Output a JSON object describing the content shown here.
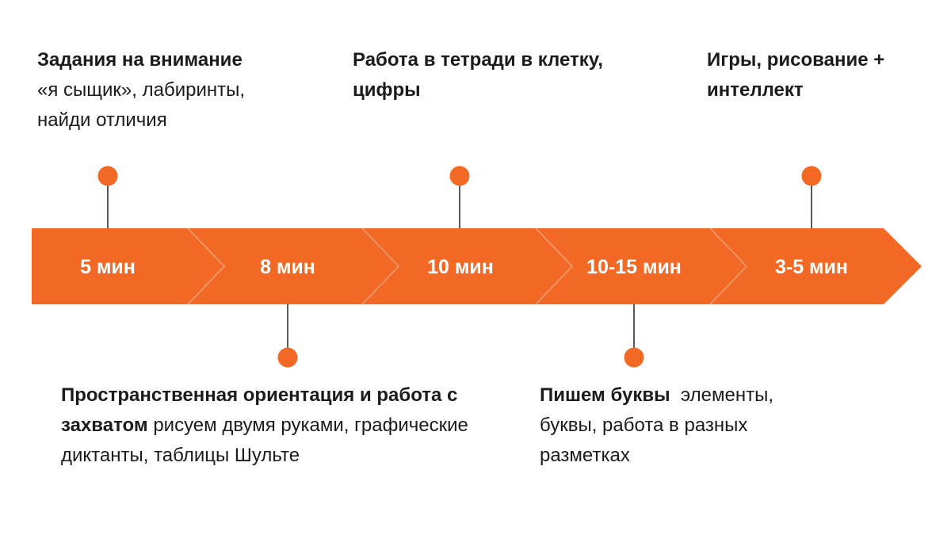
{
  "timeline": {
    "colors": {
      "arrow": "#f26825",
      "chevron_line": "#f6a07a",
      "marker": "#f26825",
      "connector": "#222222",
      "text": "#1b1b1b"
    },
    "segments": [
      {
        "duration": "5 мин",
        "position": "top",
        "title": "Задания на внимание",
        "detail": "«я сыщик», лабиринты, найди отличия"
      },
      {
        "duration": "8 мин",
        "position": "bottom",
        "title": "Пространственная ориентация и работа с захватом",
        "detail": "рисуем двумя руками, графические диктанты, таблицы Шульте"
      },
      {
        "duration": "10 мин",
        "position": "top",
        "title": "Работа в тетради в клетку, цифры",
        "detail": ""
      },
      {
        "duration": "10-15 мин",
        "position": "bottom",
        "title": "Пишем буквы",
        "detail": "элементы, буквы, работа в разных разметках"
      },
      {
        "duration": "3-5 мин",
        "position": "top",
        "title": "Игры, рисование + интеллект",
        "detail": ""
      }
    ]
  }
}
